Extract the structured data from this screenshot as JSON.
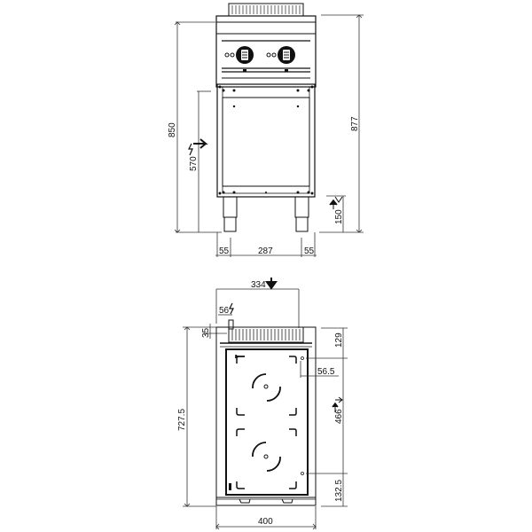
{
  "front_view": {
    "dimensions": {
      "total_height": "850",
      "total_height_with_backsplash": "877",
      "electrical_inlet_height": "570",
      "foot_height": "150",
      "left_leg_offset": "55",
      "leg_spacing": "287",
      "right_leg_offset": "55"
    },
    "knob_count": 2
  },
  "top_view": {
    "dimensions": {
      "width_rear": "334",
      "electrical_inlet_offset": "56",
      "inlet_depth": "35",
      "depth": "727.5",
      "rear_zone_depth": "129",
      "side_offset": "56.5",
      "zone_pitch": "466",
      "front_zone_depth": "132.5",
      "total_width": "400"
    },
    "cooking_zones": 2
  },
  "icons": {
    "electrical": "lightning-bolt-icon",
    "arrow": "arrow-down-icon"
  }
}
